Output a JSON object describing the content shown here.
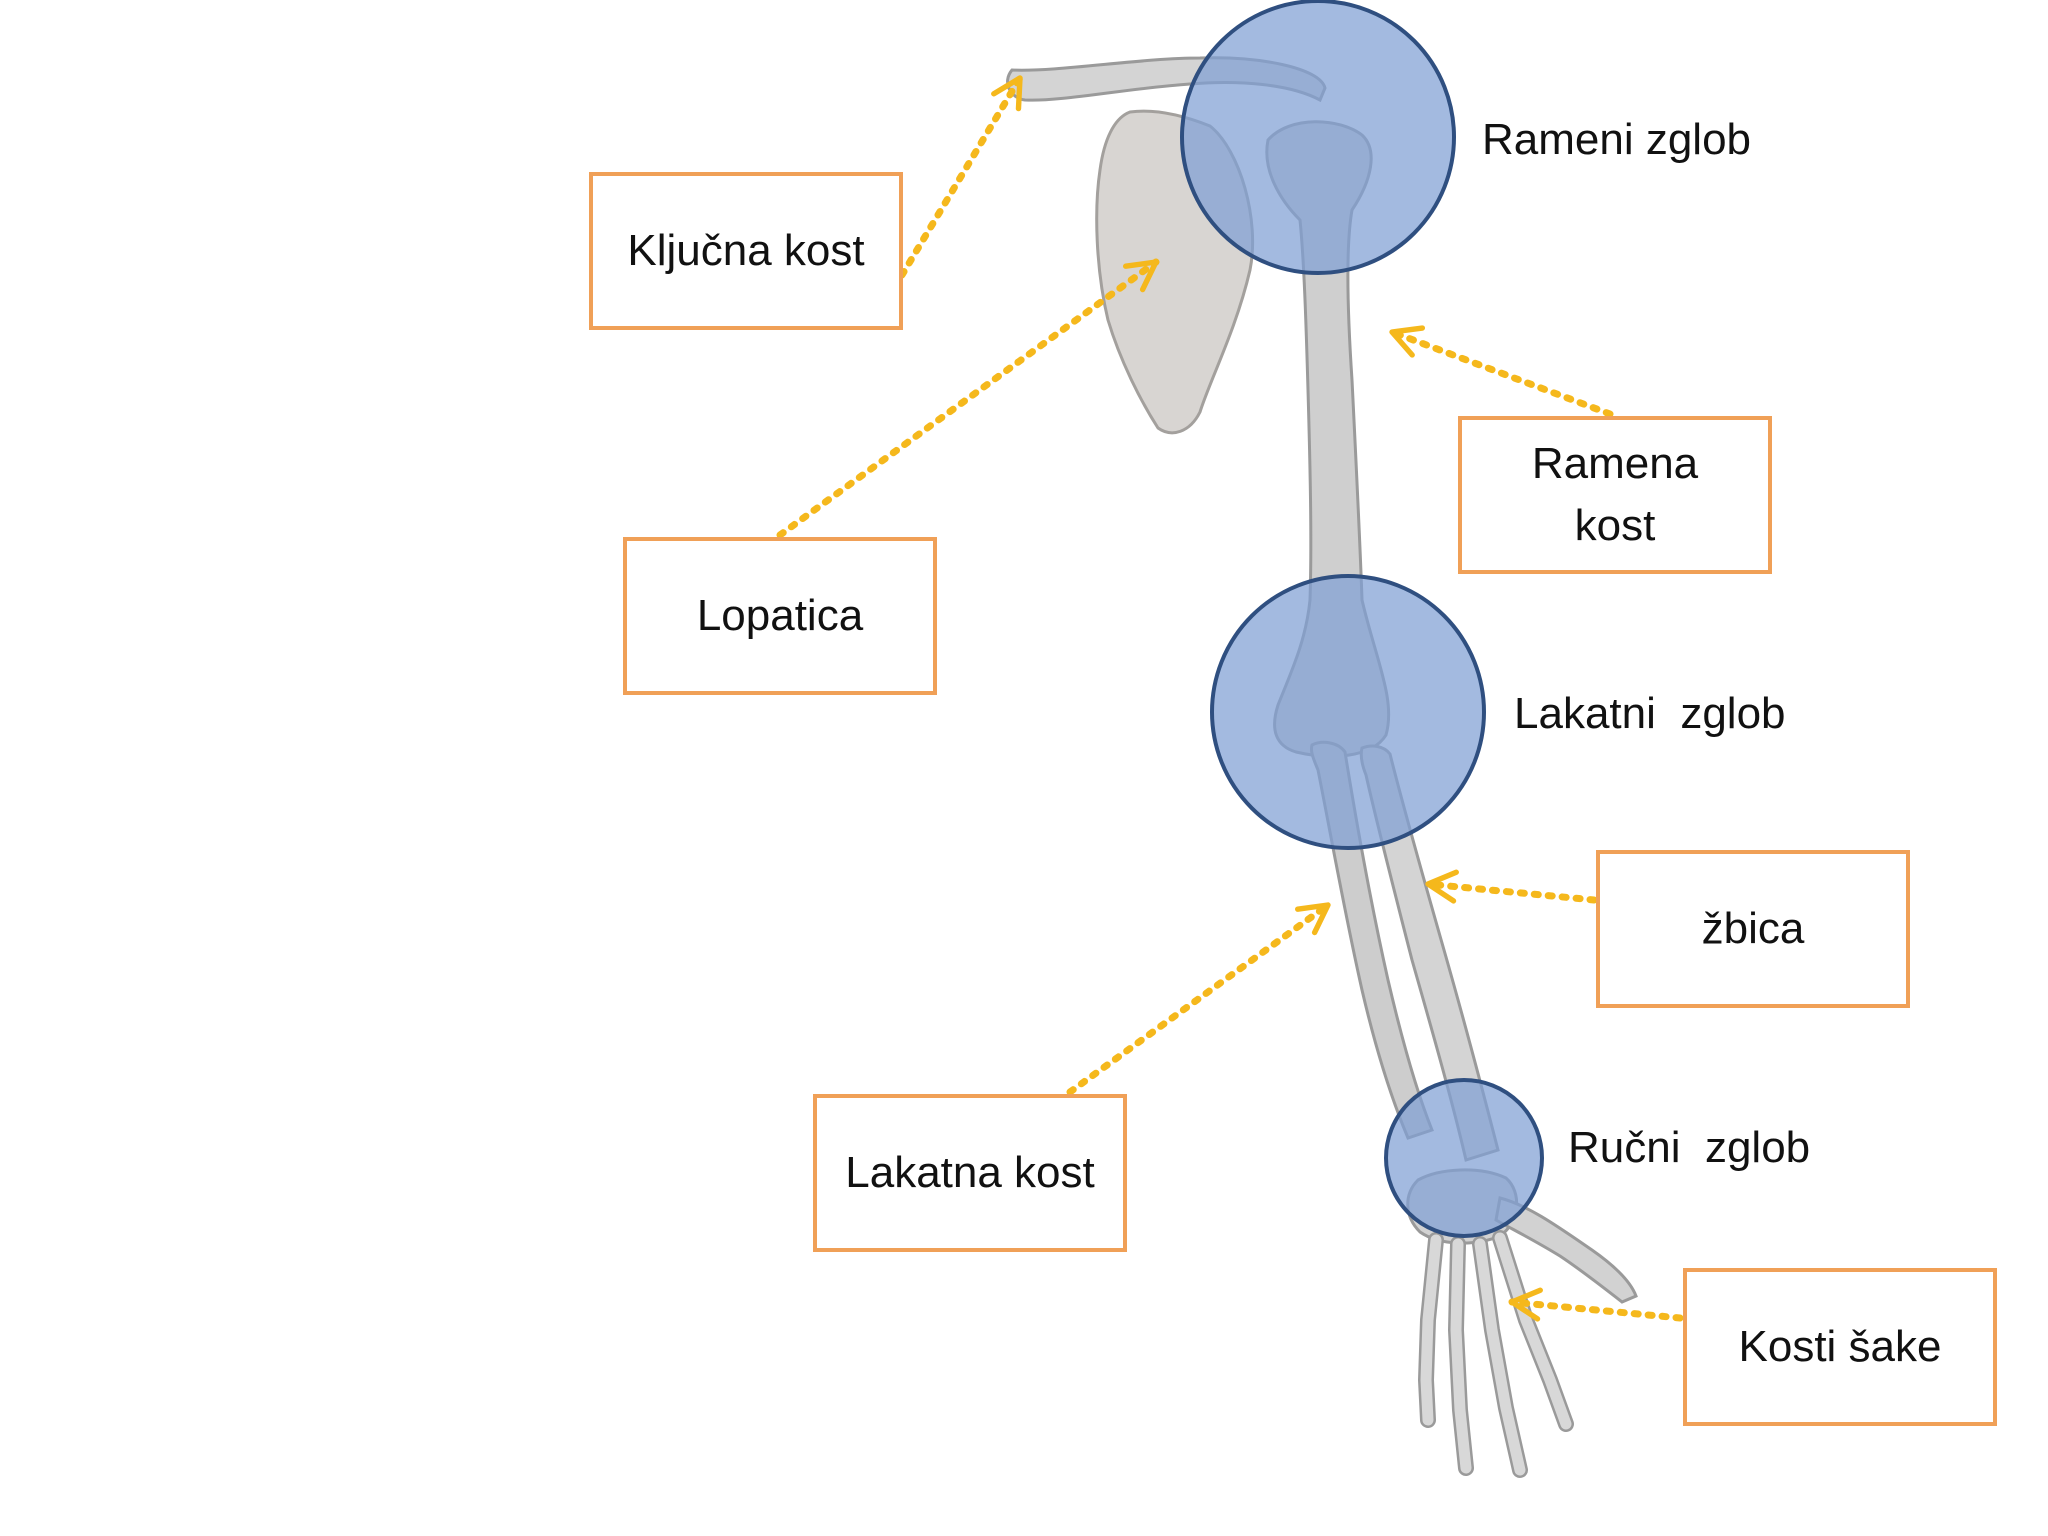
{
  "diagram": {
    "bone_labels": {
      "kljucna_kost": "Ključna kost",
      "lopatica": "Lopatica",
      "ramena_kost": "Ramena\nkost",
      "zbica": "žbica",
      "lakatna_kost": "Lakatna kost",
      "kosti_sake": "Kosti šake"
    },
    "joint_labels": {
      "rameni_zglob": "Rameni zglob",
      "lakatni_zglob": "Lakatni  zglob",
      "rucni_zglob": "Ručni  zglob"
    },
    "colors": {
      "box_border": "#f0a057",
      "arrow": "#f5b81c",
      "joint_fill": "#7f9fd4",
      "joint_stroke": "#2f4f80",
      "bone": "#cfcfcf",
      "bone_outline": "#9a9a9a"
    }
  }
}
